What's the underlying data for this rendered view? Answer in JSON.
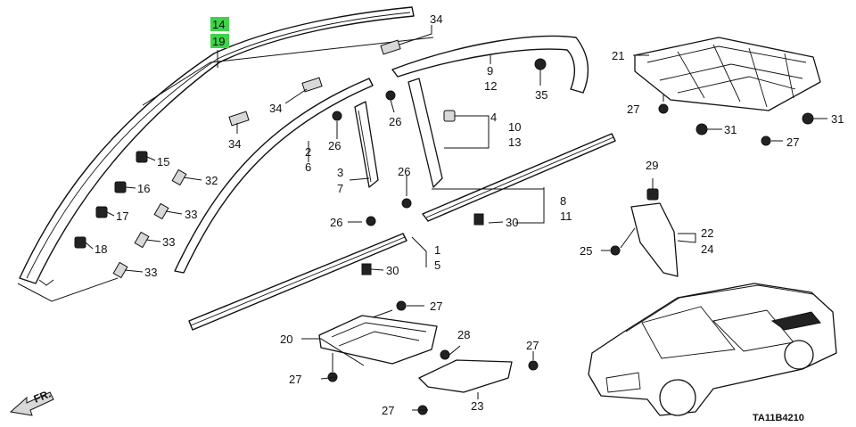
{
  "callouts": {
    "c14": "14",
    "c19": "19",
    "c34a": "34",
    "c34b": "34",
    "c34c": "34",
    "c15": "15",
    "c16": "16",
    "c17": "17",
    "c18": "18",
    "c32": "32",
    "c33a": "33",
    "c33b": "33",
    "c33c": "33",
    "c2": "2",
    "c6": "6",
    "c26a": "26",
    "c26b": "26",
    "c26c": "26",
    "c26d": "26",
    "c3": "3",
    "c7": "7",
    "c9": "9",
    "c12": "12",
    "c35": "35",
    "c4": "4",
    "c10": "10",
    "c13": "13",
    "c8": "8",
    "c11": "11",
    "c30a": "30",
    "c30b": "30",
    "c1": "1",
    "c5": "5",
    "c21": "21",
    "c27a": "27",
    "c31a": "31",
    "c31b": "31",
    "c27b": "27",
    "c29": "29",
    "c22": "22",
    "c24": "24",
    "c25": "25",
    "c20": "20",
    "c27c": "27",
    "c27d": "27",
    "c28": "28",
    "c27e": "27",
    "c27f": "27",
    "c23": "23"
  },
  "direction_label": "FR.",
  "diagram_code": "TA11B4210",
  "highlight_color": "#3fd34a"
}
